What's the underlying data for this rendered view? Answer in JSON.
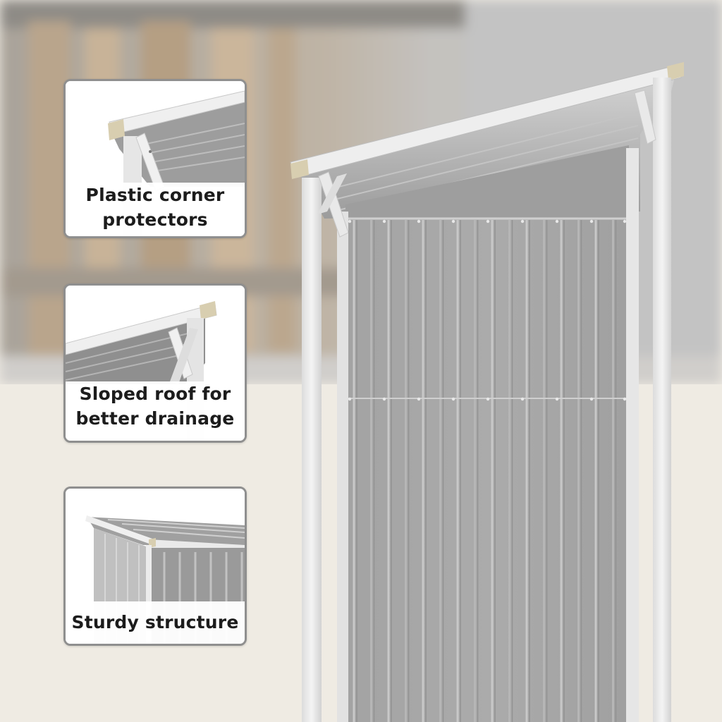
{
  "callouts": [
    {
      "caption": "Plastic corner\nprotectors"
    },
    {
      "caption": "Sloped roof for\nbetter drainage"
    },
    {
      "caption": "Sturdy structure"
    }
  ],
  "colors": {
    "wall_background": "#efebe3",
    "blurred_backdrop": "#b7b2ab",
    "wood_tone": "#c9b49a",
    "shed_panel": "#a9a9a9",
    "frame_white": "#eeeeee",
    "corner_protector": "#d8ceb0",
    "callout_border": "#8f8f8f"
  },
  "icons": [
    "shed-illustration",
    "corner-protector-closeup",
    "sloped-roof-closeup",
    "shed-structure-closeup"
  ]
}
